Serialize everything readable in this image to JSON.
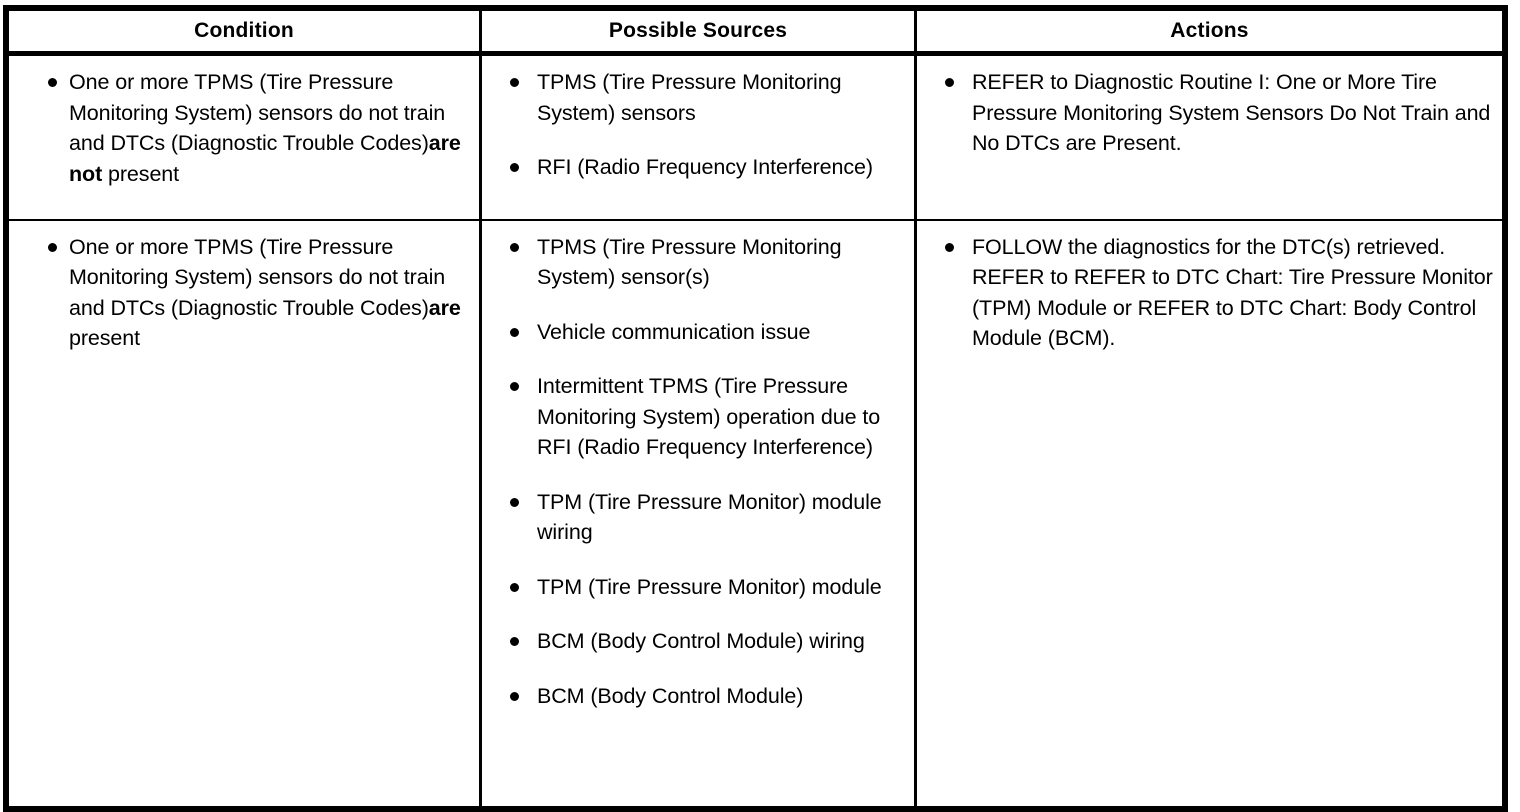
{
  "table": {
    "headers": [
      "Condition",
      "Possible Sources",
      "Actions"
    ],
    "rows": [
      {
        "condition": [
          {
            "segments": [
              {
                "text": "One or more TPMS (Tire Pressure Monitoring System) sensors do not train and DTCs (Diagnostic Trouble Codes)",
                "bold": false
              },
              {
                "text": "are not",
                "bold": true
              },
              {
                "text": " present",
                "bold": false
              }
            ]
          }
        ],
        "sources": [
          "TPMS (Tire Pressure Monitoring System) sensors",
          "RFI (Radio Frequency Interference)"
        ],
        "actions": [
          "REFER to Diagnostic Routine I: One or More Tire Pressure Monitoring System Sensors Do Not Train and No DTCs are Present."
        ]
      },
      {
        "condition": [
          {
            "segments": [
              {
                "text": "One or more TPMS (Tire Pressure Monitoring System) sensors do not train and DTCs (Diagnostic Trouble Codes)",
                "bold": false
              },
              {
                "text": "are",
                "bold": true
              },
              {
                "text": " present",
                "bold": false
              }
            ]
          }
        ],
        "sources": [
          "TPMS (Tire Pressure Monitoring System) sensor(s)",
          "Vehicle communication issue",
          "Intermittent TPMS (Tire Pressure Monitoring System) operation due to RFI (Radio Frequency Interference)",
          "TPM (Tire Pressure Monitor) module wiring",
          "TPM (Tire Pressure Monitor) module",
          "BCM (Body Control Module) wiring",
          "BCM (Body Control Module)"
        ],
        "actions": [
          "FOLLOW the diagnostics for the DTC(s) retrieved. REFER to REFER to DTC Chart: Tire Pressure Monitor (TPM) Module or REFER to DTC Chart: Body Control Module (BCM)."
        ]
      }
    ]
  },
  "colors": {
    "border": "#000000",
    "text": "#000000",
    "background": "#ffffff"
  }
}
